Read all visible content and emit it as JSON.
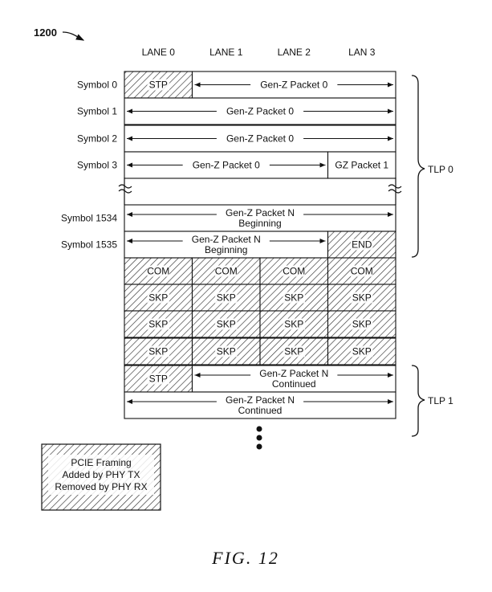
{
  "figure_ref": "1200",
  "figure_caption": "FIG. 12",
  "lanes": [
    "LANE 0",
    "LANE 1",
    "LANE 2",
    "LAN 3"
  ],
  "rows": [
    {
      "label": "Symbol 0",
      "cells": [
        {
          "text": "STP",
          "hatched": true,
          "span": 1
        },
        {
          "text": "Gen-Z Packet 0",
          "hatched": false,
          "span": 3,
          "arrows": "right"
        }
      ]
    },
    {
      "label": "Symbol 1",
      "cells": [
        {
          "text": "Gen-Z Packet 0",
          "hatched": false,
          "span": 4,
          "arrows": "both"
        }
      ]
    },
    {
      "label": "Symbol 2",
      "cells": [
        {
          "text": "Gen-Z Packet 0",
          "hatched": false,
          "span": 4,
          "arrows": "both"
        }
      ]
    },
    {
      "label": "Symbol 3",
      "cells": [
        {
          "text": "Gen-Z Packet 0",
          "hatched": false,
          "span": 3,
          "arrows": "both"
        },
        {
          "text": "GZ Packet 1",
          "hatched": false,
          "span": 1
        }
      ]
    },
    {
      "label": "Symbol 1534",
      "cells": [
        {
          "text": "Gen-Z Packet N\nBeginning",
          "hatched": false,
          "span": 4,
          "arrows": "both"
        }
      ]
    },
    {
      "label": "Symbol 1535",
      "cells": [
        {
          "text": "Gen-Z Packet N\nBeginning",
          "hatched": false,
          "span": 3,
          "arrows": "both"
        },
        {
          "text": "END",
          "hatched": true,
          "span": 1
        }
      ]
    },
    {
      "label": "",
      "cells": [
        {
          "text": "COM",
          "hatched": true,
          "span": 1
        },
        {
          "text": "COM",
          "hatched": true,
          "span": 1
        },
        {
          "text": "COM",
          "hatched": true,
          "span": 1
        },
        {
          "text": "COM",
          "hatched": true,
          "span": 1
        }
      ]
    },
    {
      "label": "",
      "cells": [
        {
          "text": "SKP",
          "hatched": true,
          "span": 1
        },
        {
          "text": "SKP",
          "hatched": true,
          "span": 1
        },
        {
          "text": "SKP",
          "hatched": true,
          "span": 1
        },
        {
          "text": "SKP",
          "hatched": true,
          "span": 1
        }
      ]
    },
    {
      "label": "",
      "cells": [
        {
          "text": "SKP",
          "hatched": true,
          "span": 1
        },
        {
          "text": "SKP",
          "hatched": true,
          "span": 1
        },
        {
          "text": "SKP",
          "hatched": true,
          "span": 1
        },
        {
          "text": "SKP",
          "hatched": true,
          "span": 1
        }
      ]
    },
    {
      "label": "",
      "cells": [
        {
          "text": "SKP",
          "hatched": true,
          "span": 1
        },
        {
          "text": "SKP",
          "hatched": true,
          "span": 1
        },
        {
          "text": "SKP",
          "hatched": true,
          "span": 1
        },
        {
          "text": "SKP",
          "hatched": true,
          "span": 1
        }
      ]
    },
    {
      "label": "",
      "cells": [
        {
          "text": "STP",
          "hatched": true,
          "span": 1
        },
        {
          "text": "Gen-Z Packet N\nContinued",
          "hatched": false,
          "span": 3,
          "arrows": "right"
        }
      ]
    },
    {
      "label": "",
      "cells": [
        {
          "text": "Gen-Z Packet N\nContinued",
          "hatched": false,
          "span": 4,
          "arrows": "both"
        }
      ]
    }
  ],
  "brackets": [
    {
      "label": "TLP 0"
    },
    {
      "label": "TLP 1"
    }
  ],
  "legend": {
    "lines": [
      "PCIE Framing",
      "Added by PHY TX",
      "Removed by PHY RX"
    ],
    "hatched": true
  }
}
